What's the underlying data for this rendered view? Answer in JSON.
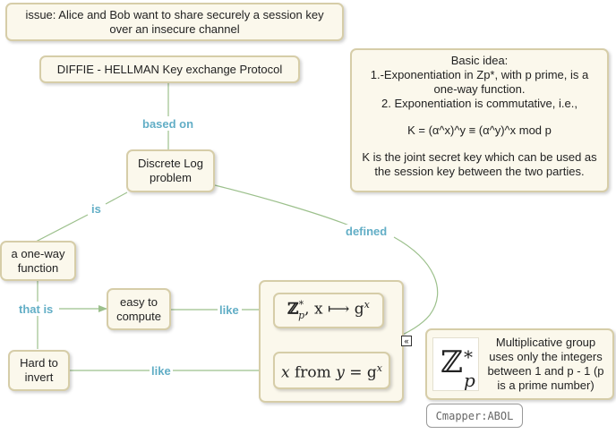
{
  "issue_text": "issue: Alice and Bob want to share securely a session key over an insecure channel",
  "protocol_text": "DIFFIE - HELLMAN Key exchange Protocol",
  "discrete_log_text": "Discrete Log problem",
  "one_way_text": "a one-way function",
  "easy_compute_text": "easy to compute",
  "hard_invert_text": "Hard to invert",
  "basic_idea": {
    "title": "Basic idea:",
    "line1": "1.-Exponentiation in Zp*,  with p prime, is a one-way function.",
    "line2": "2. Exponentiation is commutative, i.e.,",
    "formula": "K = (α^x)^y ≡ (α^y)^x mod p",
    "line3": "K is the joint secret key which can be used as the session key between the two parties."
  },
  "links": {
    "based_on": "based on",
    "is": "is",
    "defined": "defined",
    "that_is": "that is",
    "like_1": "like",
    "like_2": "like"
  },
  "math": {
    "map_set": "ℤ",
    "map_sup": "*",
    "map_sub": "p",
    "map_rest": ",  x ⟼ g",
    "map_exp": "x",
    "inverse_x": "x",
    "inverse_from": " from ",
    "inverse_y": "y",
    "inverse_eq": " = g",
    "inverse_exp": "x"
  },
  "group": {
    "symbol": "ℤ",
    "sup": "*",
    "sub": "p",
    "text": "Multiplicative group uses only the integers between 1 and p - 1 (p is a prime number)"
  },
  "collapse_icon": "«",
  "credit": "Cmapper:ABOL",
  "colors": {
    "node_bg": "#fbf8ec",
    "node_border": "#d6cda8",
    "link_line": "#9cc08c",
    "link_label": "#62aec6"
  }
}
